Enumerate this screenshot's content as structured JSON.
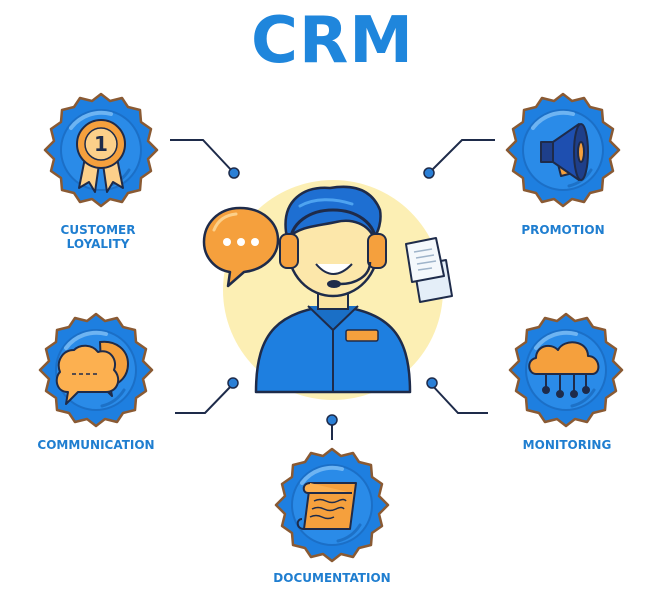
{
  "title": "CRM",
  "colors": {
    "title_blue": "#1f86dc",
    "gear_blue": "#1e7fe0",
    "gear_outline": "#8a5a33",
    "accent_orange": "#f5a03d",
    "connector_dark": "#1e2b4a",
    "halo_yellow": "#fcefb4"
  },
  "center": {
    "icon": "customer-support-agent-icon"
  },
  "nodes": [
    {
      "id": "customer-loyality",
      "label_lines": [
        "CUSTOMER",
        "LOYALITY"
      ],
      "icon": "medal-badge-icon",
      "badge_text": "1"
    },
    {
      "id": "promotion",
      "label_lines": [
        "PROMOTION"
      ],
      "icon": "megaphone-icon"
    },
    {
      "id": "communication",
      "label_lines": [
        "COMMUNICATION"
      ],
      "icon": "chat-bubbles-icon"
    },
    {
      "id": "monitoring",
      "label_lines": [
        "MONITORING"
      ],
      "icon": "cloud-network-icon"
    },
    {
      "id": "documentation",
      "label_lines": [
        "DOCUMENTATION"
      ],
      "icon": "scroll-document-icon"
    }
  ]
}
